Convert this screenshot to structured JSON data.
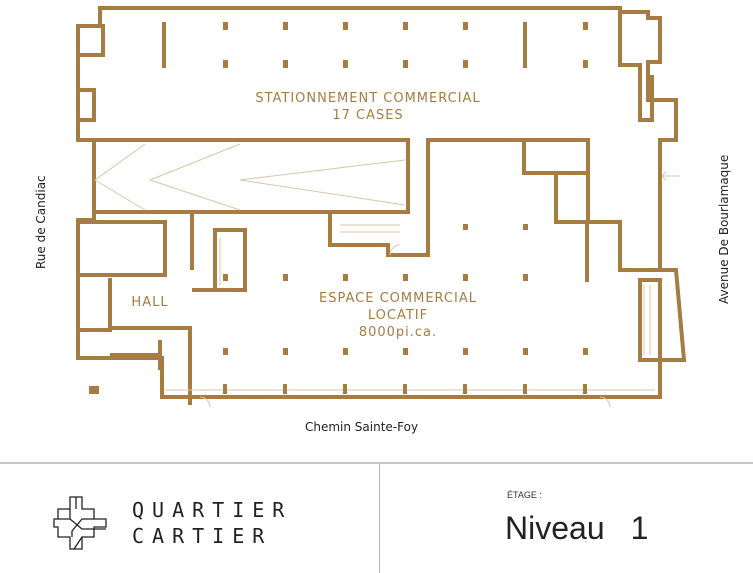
{
  "plan": {
    "wall_color": "#a67c43",
    "zones": {
      "parking": {
        "line1": "STATIONNEMENT COMMERCIAL",
        "line2": "17 CASES"
      },
      "retail": {
        "line1": "ESPACE COMMERCIAL",
        "line2": "LOCATIF",
        "area": "8000pi.ca."
      },
      "hall": "HALL"
    },
    "streets": {
      "left": "Rue de Candiac",
      "right": "Avenue De Bourlamaque",
      "bottom": "Chemin Sainte-Foy"
    }
  },
  "footer": {
    "brand_line1": "QUARTIER",
    "brand_line2": "CARTIER",
    "floor_label": "ÉTAGE :",
    "floor_name": "Niveau",
    "floor_number": "1"
  }
}
